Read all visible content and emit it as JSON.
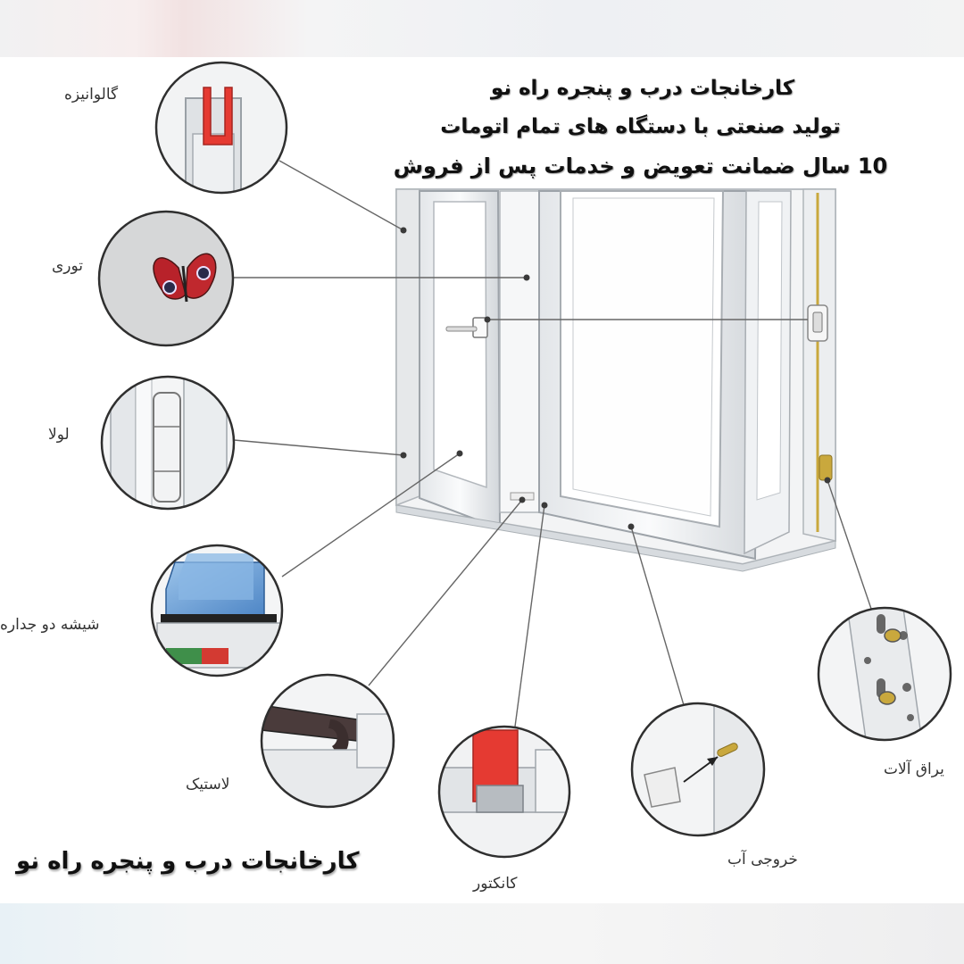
{
  "header": {
    "line1": "کارخانجات درب و پنجره راه نو",
    "line2": "تولید صنعتی با دستگاه های تمام اتومات",
    "line3": "10 سال ضمانت تعویض و خدمات پس از فروش"
  },
  "footer": {
    "text": "کارخانجات درب و پنجره راه نو"
  },
  "components": [
    {
      "id": "galvanize",
      "label": "گالوانیزه",
      "icon": "galvanized-steel-profile-icon"
    },
    {
      "id": "screen",
      "label": "توری",
      "icon": "insect-screen-butterfly-icon"
    },
    {
      "id": "hinge",
      "label": "لولا",
      "icon": "hinge-icon"
    },
    {
      "id": "glass",
      "label": "شیشه دو جداره",
      "icon": "double-glazing-icon"
    },
    {
      "id": "gasket",
      "label": "لاستیک",
      "icon": "rubber-gasket-icon"
    },
    {
      "id": "connector",
      "label": "کانکتور",
      "icon": "connector-icon"
    },
    {
      "id": "drain",
      "label": "خروجی آب",
      "icon": "water-drain-cap-icon"
    },
    {
      "id": "hardware",
      "label": "یراق آلات",
      "icon": "hardware-fittings-icon"
    }
  ],
  "colors": {
    "steel_red": "#e53a32",
    "frame_white": "#f4f5f6",
    "frame_grey": "#c9cdd1",
    "glass_blue": "#6fa3d8",
    "gasket_dark": "#4a3b3b",
    "brass": "#c9a83d",
    "leader_line": "#666666",
    "circle_border": "#2f2f2f"
  }
}
